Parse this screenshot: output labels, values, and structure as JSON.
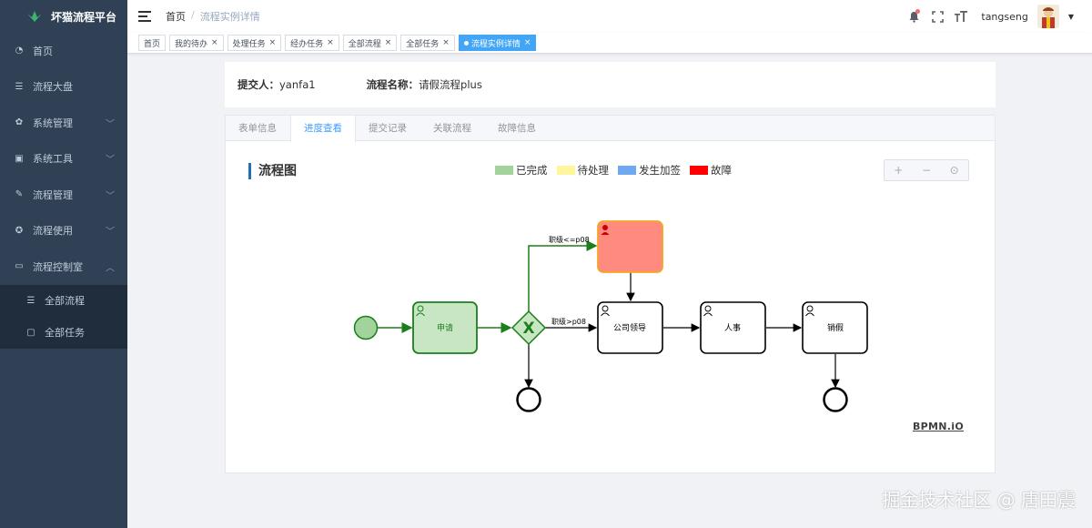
{
  "app": {
    "title": "坏猫流程平台"
  },
  "sidebar": {
    "items": [
      {
        "label": "首页",
        "icon": "dashboard-icon"
      },
      {
        "label": "流程大盘",
        "icon": "list-icon"
      },
      {
        "label": "系统管理",
        "icon": "gear-icon",
        "expandable": true
      },
      {
        "label": "系统工具",
        "icon": "toolbox-icon",
        "expandable": true
      },
      {
        "label": "流程管理",
        "icon": "edit-icon",
        "expandable": true
      },
      {
        "label": "流程使用",
        "icon": "flow-icon",
        "expandable": true
      },
      {
        "label": "流程控制室",
        "icon": "monitor-icon",
        "expanded": true
      }
    ],
    "subitems": [
      {
        "label": "全部流程",
        "icon": "list-icon"
      },
      {
        "label": "全部任务",
        "icon": "task-icon"
      }
    ]
  },
  "header": {
    "breadcrumb": [
      "首页",
      "流程实例详情"
    ],
    "separator": "/",
    "username": "tangseng"
  },
  "tags": [
    {
      "label": "首页",
      "closable": false
    },
    {
      "label": "我的待办",
      "closable": true
    },
    {
      "label": "处理任务",
      "closable": true
    },
    {
      "label": "经办任务",
      "closable": true
    },
    {
      "label": "全部流程",
      "closable": true
    },
    {
      "label": "全部任务",
      "closable": true
    },
    {
      "label": "流程实例详情",
      "closable": true,
      "active": true
    }
  ],
  "info": {
    "submitter_label": "提交人：",
    "submitter": "yanfa1",
    "process_label": "流程名称：",
    "process_name": "请假流程plus"
  },
  "tabs": [
    "表单信息",
    "进度查看",
    "提交记录",
    "关联流程",
    "故障信息"
  ],
  "active_tab": 1,
  "flow": {
    "title": "流程图",
    "legend": [
      {
        "label": "已完成",
        "color": "#a3d39c"
      },
      {
        "label": "待处理",
        "color": "#fff59d"
      },
      {
        "label": "发生加签",
        "color": "#6fa8f0"
      },
      {
        "label": "故障",
        "color": "#ff0000"
      }
    ],
    "zoom": {
      "in": "+",
      "out": "−",
      "reset": "⊙"
    },
    "nodes": {
      "apply": "申请",
      "leader": "公司领导",
      "hr": "人事",
      "cancel": "销假",
      "gateway": "X"
    },
    "edges": {
      "upper": "职级<=p08",
      "lower": "职级>p08"
    },
    "brand": "BPMN.iO",
    "colors": {
      "completed": "#a3d39c",
      "fault": "#ff8a80",
      "line_done": "#1a7f1a"
    }
  },
  "watermark": "掘金技术社区 @ 唐田震"
}
